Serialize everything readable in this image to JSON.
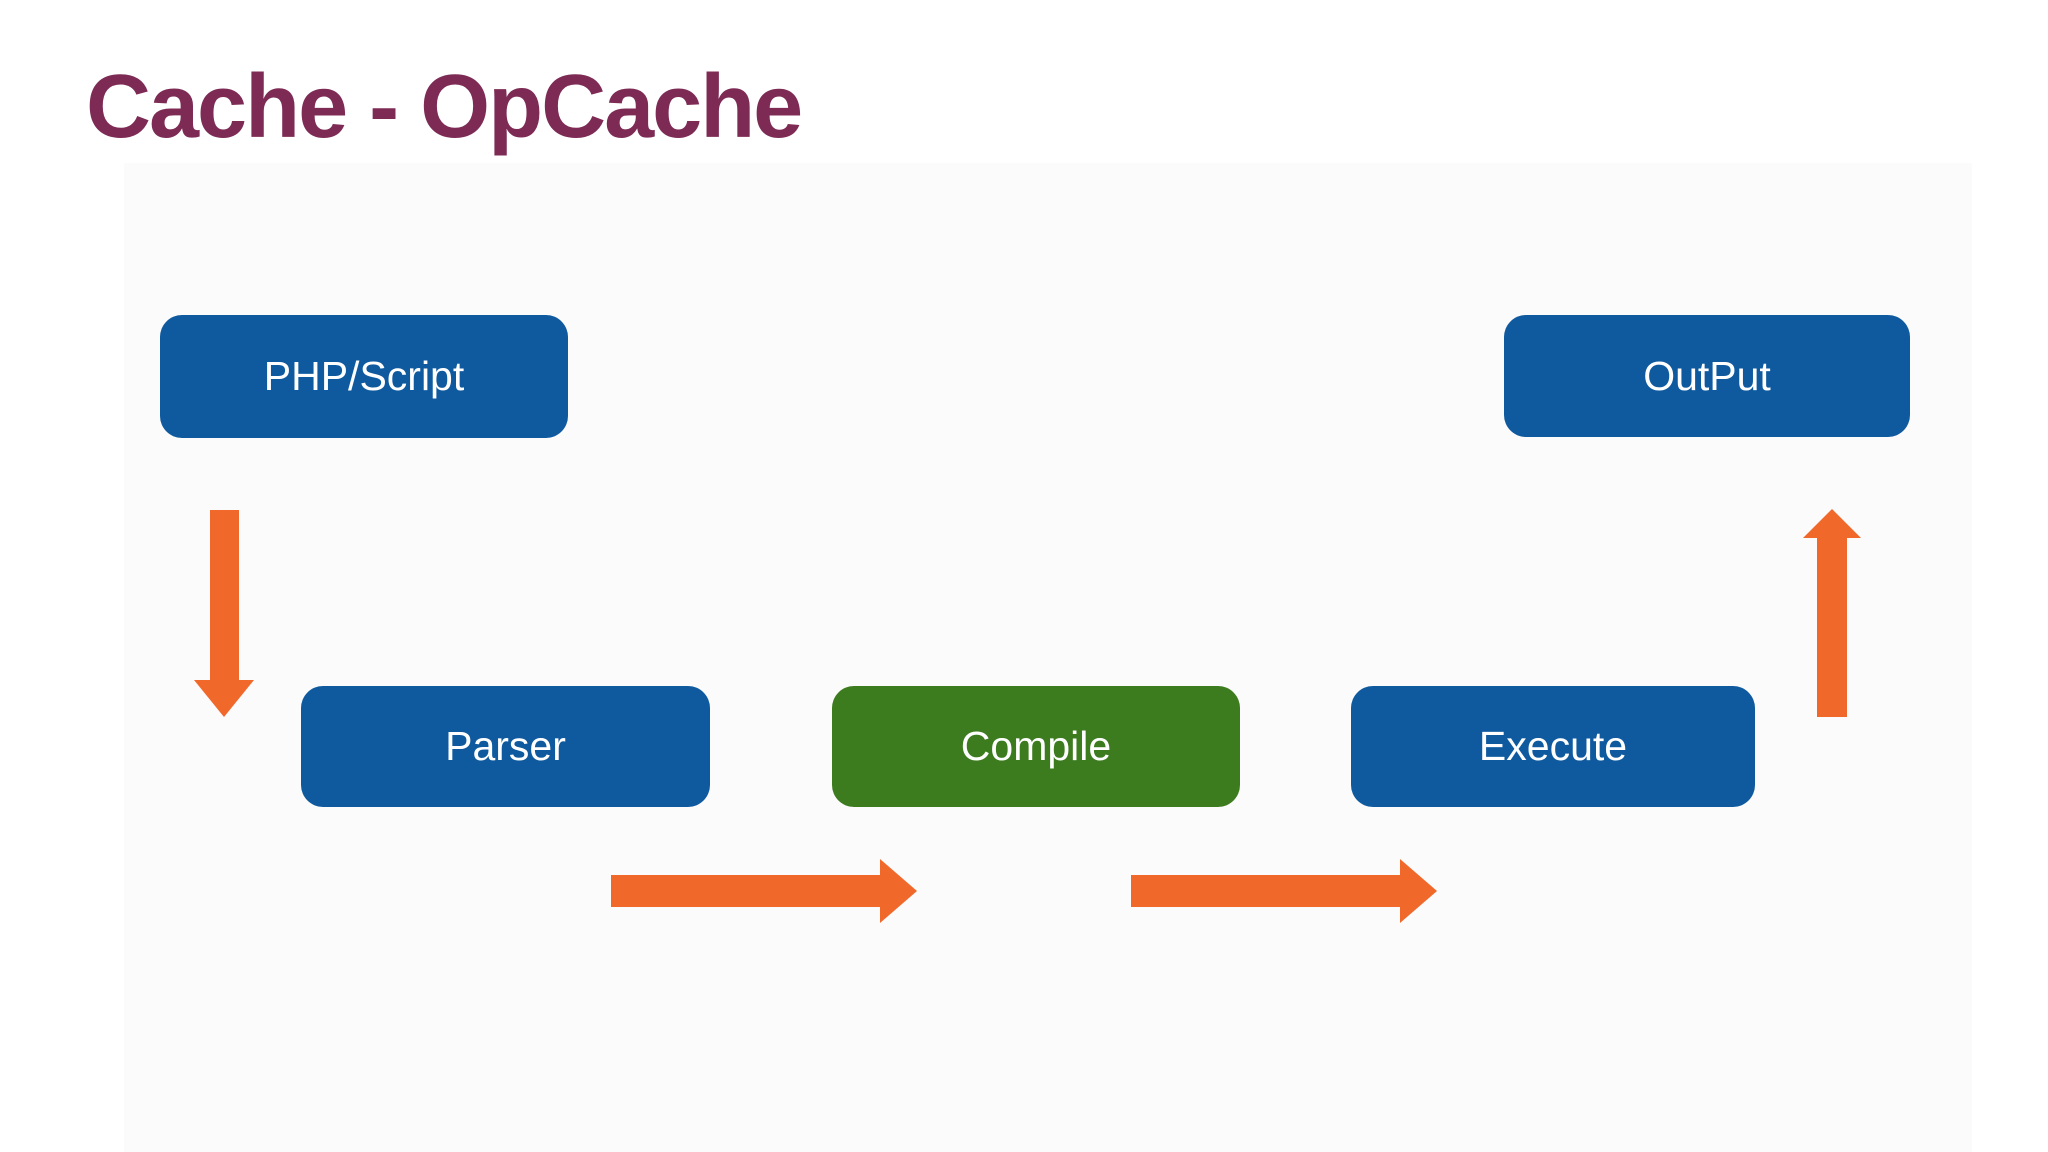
{
  "page": {
    "title": "Cache - OpCache"
  },
  "theme": {
    "accent_maroon": "#7D2B55",
    "accent_blue": "#0F5A9F",
    "accent_green": "#3C7B1E",
    "accent_orange": "#F1682B",
    "node_text": "#FFFFFF",
    "page_bg": "#FFFFFF",
    "slide_bg": "#FBFBFB"
  },
  "diagram": {
    "nodes": [
      {
        "id": "php-script",
        "label": "PHP/Script",
        "color": "blue"
      },
      {
        "id": "parser",
        "label": "Parser",
        "color": "blue"
      },
      {
        "id": "compile",
        "label": "Compile",
        "color": "green"
      },
      {
        "id": "execute",
        "label": "Execute",
        "color": "blue"
      },
      {
        "id": "output",
        "label": "OutPut",
        "color": "blue"
      }
    ],
    "arrows": [
      {
        "from": "php-script",
        "to": "parser",
        "direction": "down"
      },
      {
        "from": "parser",
        "to": "compile",
        "direction": "right"
      },
      {
        "from": "compile",
        "to": "execute",
        "direction": "right"
      },
      {
        "from": "execute",
        "to": "output",
        "direction": "up"
      }
    ]
  }
}
